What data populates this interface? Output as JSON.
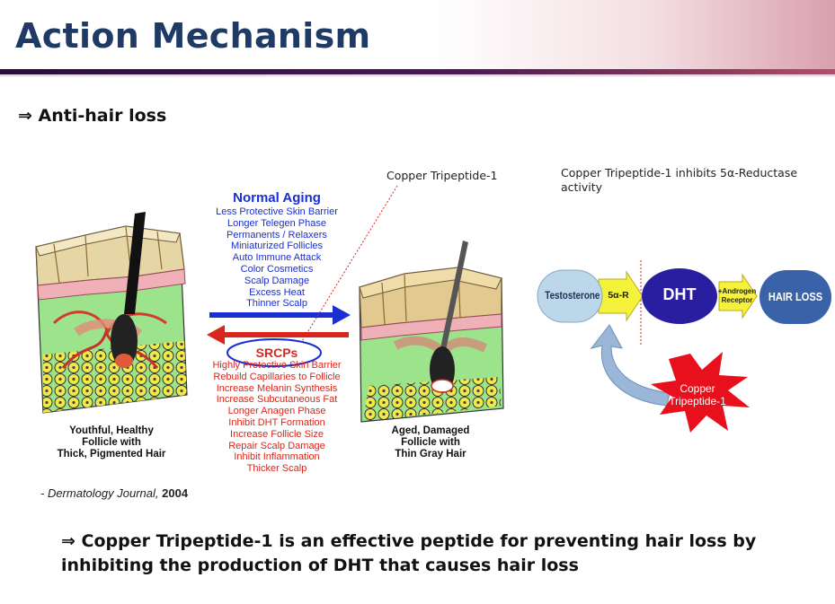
{
  "header": {
    "title": "Action Mechanism"
  },
  "subtitle": "⇒ Anti-hair loss",
  "captions": {
    "copper_label": "Copper Tripeptide-1",
    "inhibits": "Copper Tripeptide-1 inhibits 5α-Reductase activity"
  },
  "left_follicle": {
    "label_lines": [
      "Youthful, Healthy",
      "Follicle with",
      "Thick, Pigmented Hair"
    ]
  },
  "right_follicle": {
    "label_lines": [
      "Aged, Damaged",
      "Follicle with",
      "Thin Gray Hair"
    ]
  },
  "normal_aging": {
    "title": "Normal Aging",
    "items": [
      "Less Protective Skin Barrier",
      "Longer Telegen Phase",
      "Permanents / Relaxers",
      "Miniaturized Follicles",
      "Auto Immune Attack",
      "Color Cosmetics",
      "Scalp Damage",
      "Excess Heat",
      "Thinner Scalp"
    ]
  },
  "srcps": {
    "title": "SRCPs",
    "items": [
      "Highly Protective Skin Barrier",
      "Rebuild Capillaries to Follicle",
      "Increase Melanin Synthesis",
      "Increase Subcutaneous Fat",
      "Longer Anagen Phase",
      "Inhibit DHT Formation",
      "Increase Follicle Size",
      "Repair Scalp Damage",
      "Inhibit Inflammation",
      "Thicker Scalp"
    ]
  },
  "pathway": {
    "testosterone": "Testosterone",
    "enzyme": "5α-R",
    "dht": "DHT",
    "receptor_lines": [
      "+Androgen",
      "Receptor"
    ],
    "hair_loss": "HAIR LOSS",
    "copper_lines": [
      "Copper",
      "Tripeptide-1"
    ]
  },
  "source": {
    "journal": "- Dermatology Journal,",
    "year": "2004"
  },
  "conclusion": "⇒ Copper Tripeptide-1 is an effective peptide for preventing hair loss by inhibiting the production of DHT that causes hair loss",
  "colors": {
    "title": "#1f3a64",
    "aging_blue": "#1a2fd0",
    "srcp_red": "#d9261c",
    "dht_blue": "#2a1ea0",
    "hairloss_blue": "#3a62a8",
    "star_red": "#e8101c"
  }
}
